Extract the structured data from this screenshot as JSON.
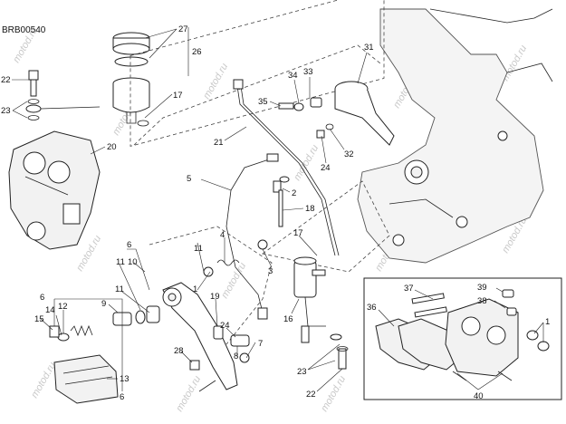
{
  "diagram_code": "BRB00540",
  "watermark": "motod.ru",
  "callouts": [
    "1",
    "2",
    "3",
    "4",
    "5",
    "6",
    "7",
    "8",
    "9",
    "10",
    "11",
    "12",
    "13",
    "14",
    "15",
    "16",
    "17",
    "18",
    "19",
    "20",
    "21",
    "22",
    "23",
    "24",
    "26",
    "27",
    "28",
    "31",
    "32",
    "33",
    "34",
    "35",
    "36",
    "37",
    "38",
    "39",
    "40"
  ]
}
